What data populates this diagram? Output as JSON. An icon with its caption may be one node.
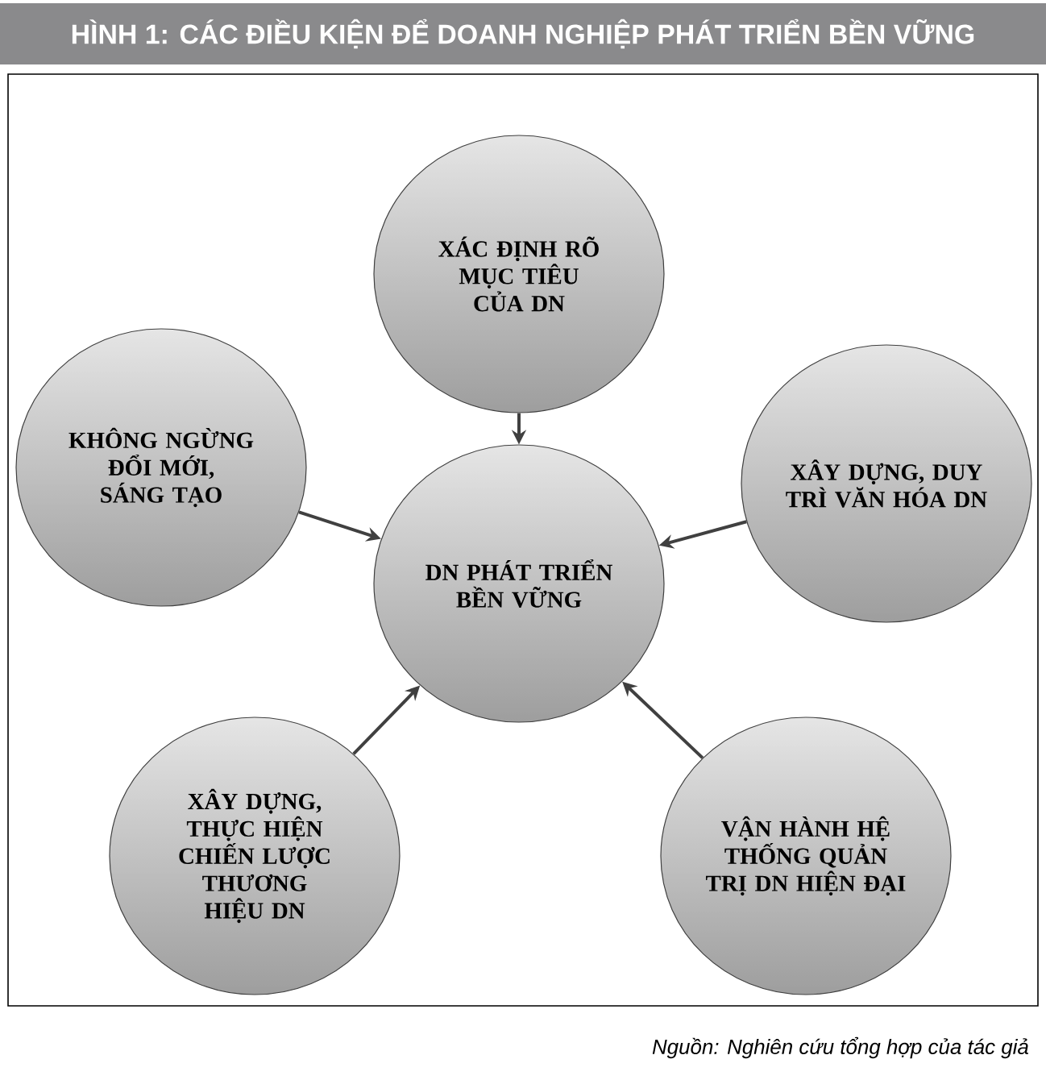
{
  "diagram": {
    "title": "HÌNH 1: CÁC ĐIỀU KIỆN ĐỂ DOANH NGHIỆP PHÁT TRIỂN BỀN VỮNG",
    "caption": "Nguồn: Nghiên cứu tổng hợp của tác giả",
    "nodes": [
      {
        "text": [
          "XÁC ĐỊNH RÕ MỤC TIÊU CỦA DN"
        ]
      },
      {
        "text": [
          "KHÔNG NGỪNG ĐỔI MỚI, SÁNG TẠO"
        ]
      },
      {
        "text": [
          "XÂY DỰNG, DUY TRÌ VĂN HÓA DN"
        ]
      },
      {
        "text": [
          "DN PHÁT TRIỂN BỀN VỮNG"
        ]
      },
      {
        "text": [
          "XÂY DỰNG, THỰC HIỆN CHIẾN LƯỢC THƯƠNG HIỆU DN"
        ]
      },
      {
        "text": [
          "VẬN HÀNH HỆ THỐNG QUẢN TRỊ DN HIỆN ĐẠI"
        ]
      }
    ],
    "edges": [
      {
        "from": 0,
        "to": 3,
        "arrow": "to"
      },
      {
        "from": 1,
        "to": 3,
        "arrow": "to"
      },
      {
        "from": 2,
        "to": 3,
        "arrow": "to"
      },
      {
        "from": 4,
        "to": 3,
        "arrow": "to"
      },
      {
        "from": 5,
        "to": 3,
        "arrow": "to"
      }
    ]
  }
}
